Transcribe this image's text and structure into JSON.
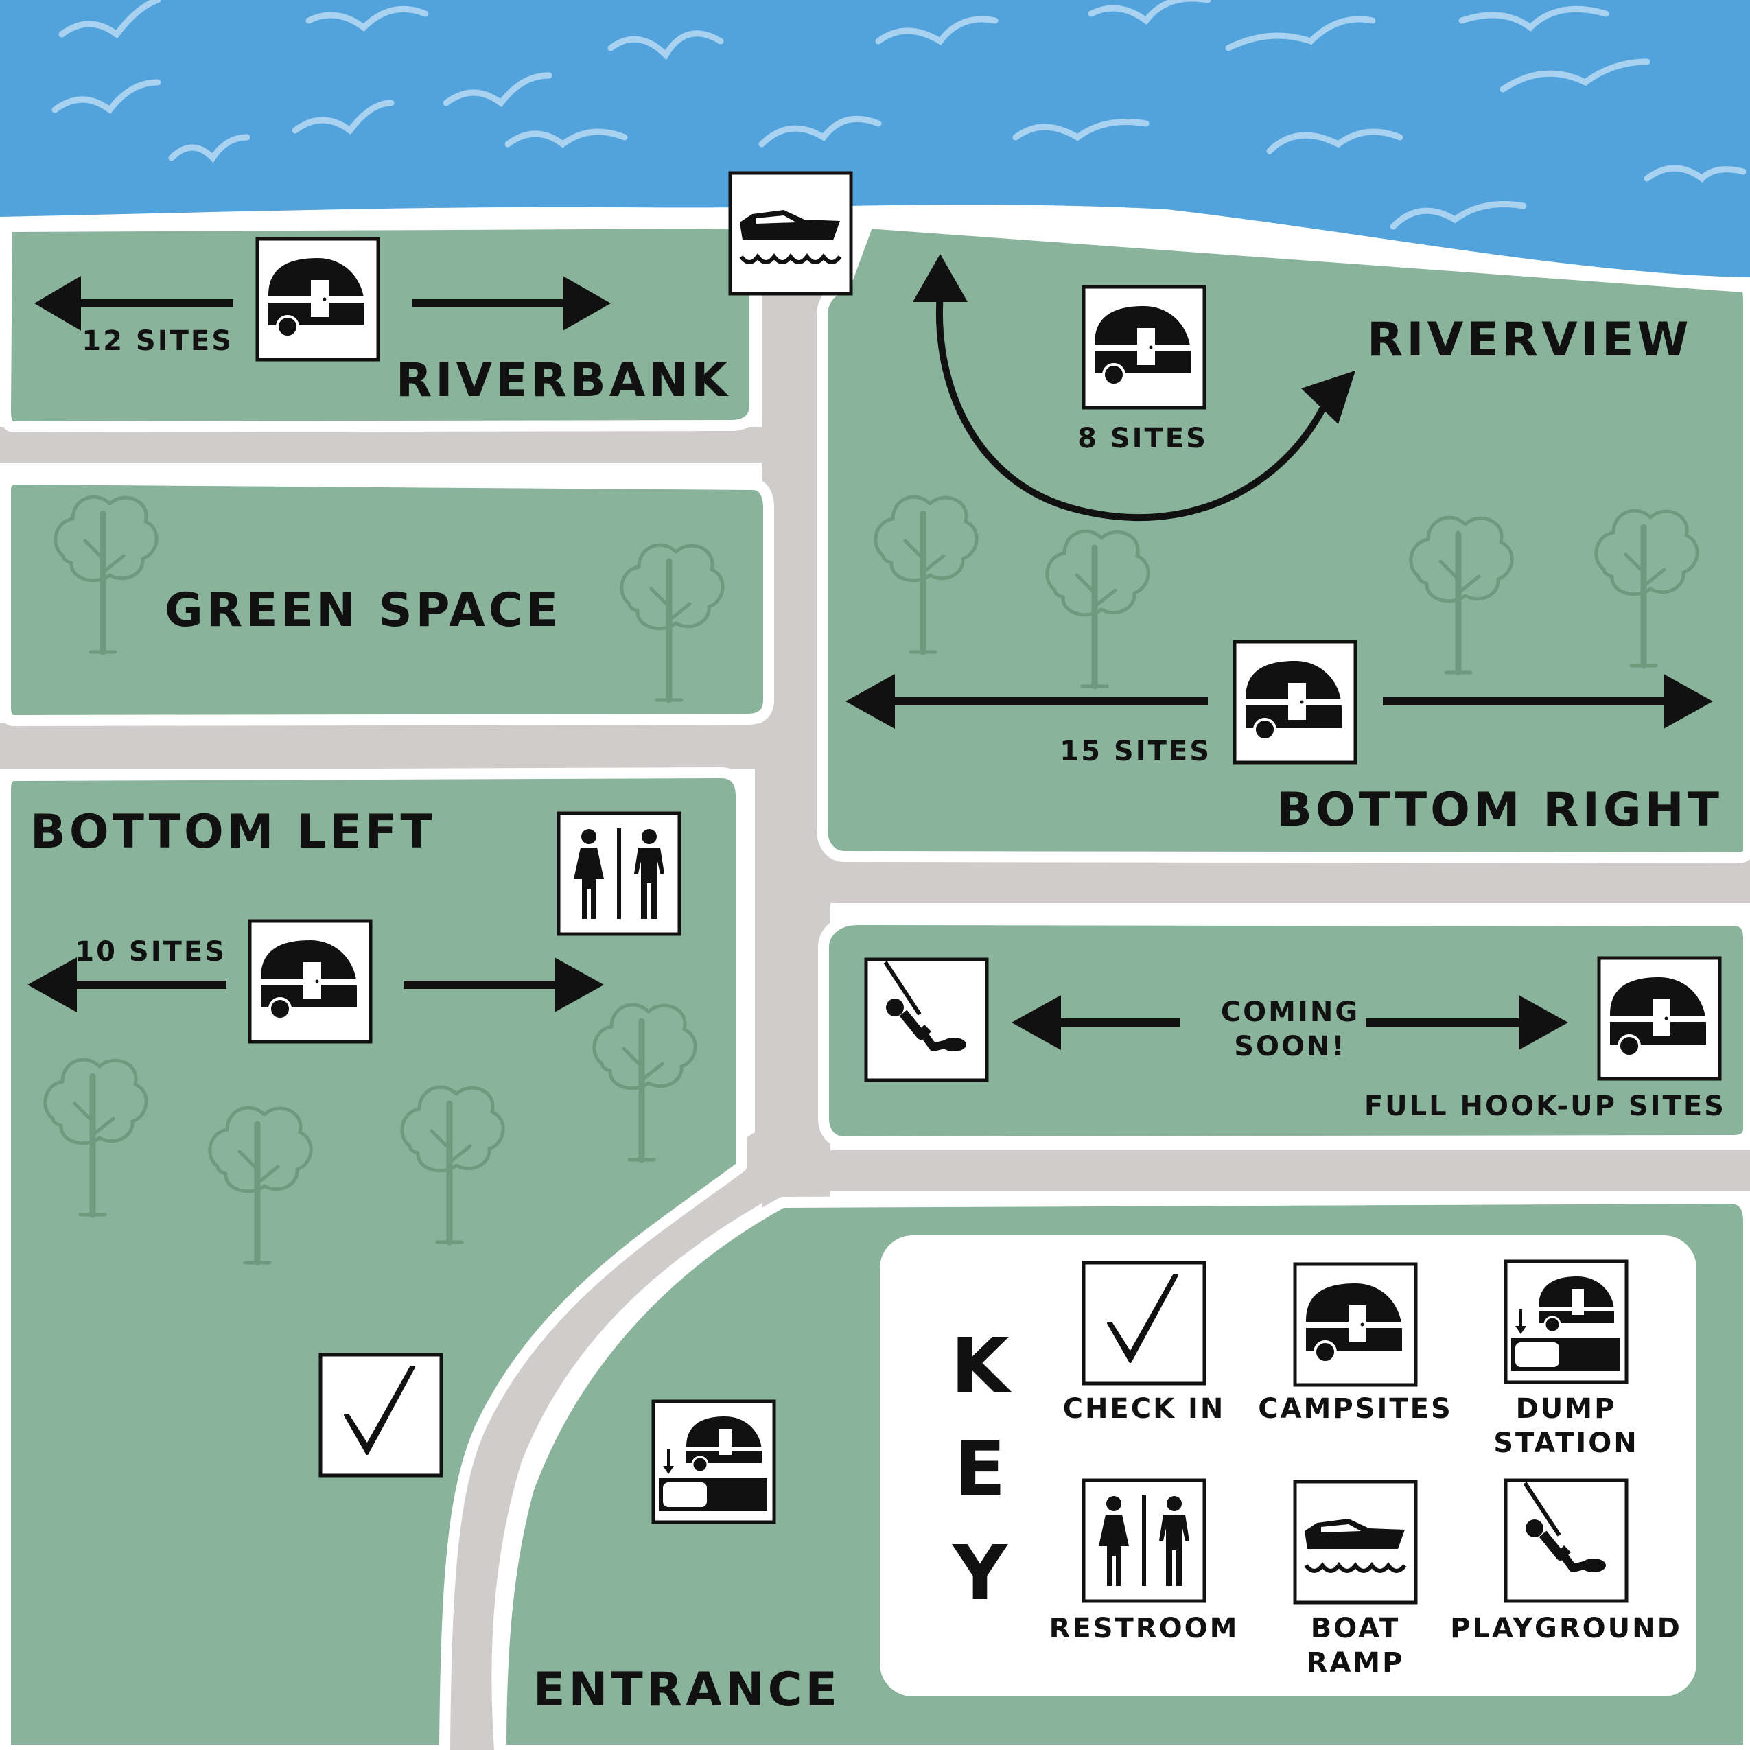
{
  "colors": {
    "water": "#52a2dc",
    "wave": "#a9d2f1",
    "land": "#8ab39b",
    "road": "#cfcccb",
    "tree": "#6f9a7e",
    "ink": "#111111"
  },
  "zones": {
    "riverbank": {
      "name": "RIVERBANK",
      "sites": "12 SITES",
      "icon": "campsite-icon"
    },
    "riverview": {
      "name": "RIVERVIEW",
      "sites": "8 SITES",
      "icon": "campsite-icon"
    },
    "green_space": {
      "name": "GREEN SPACE"
    },
    "bottom_right": {
      "name": "BOTTOM RIGHT",
      "sites": "15 SITES",
      "icon": "campsite-icon"
    },
    "bottom_left": {
      "name": "BOTTOM LEFT",
      "sites": "10 SITES",
      "icon": "campsite-icon"
    },
    "hookup": {
      "status_line1": "COMING",
      "status_line2": "SOON!",
      "name": "FULL HOOK-UP SITES"
    },
    "entrance": {
      "name": "ENTRANCE"
    }
  },
  "key": {
    "letters": [
      "K",
      "E",
      "Y"
    ],
    "items": [
      {
        "icon": "check-in-icon",
        "line1": "CHECK IN",
        "line2": ""
      },
      {
        "icon": "campsite-icon",
        "line1": "CAMPSITES",
        "line2": ""
      },
      {
        "icon": "dump-station-icon",
        "line1": "DUMP",
        "line2": "STATION"
      },
      {
        "icon": "restroom-icon",
        "line1": "RESTROOM",
        "line2": ""
      },
      {
        "icon": "boat-ramp-icon",
        "line1": "BOAT",
        "line2": "RAMP"
      },
      {
        "icon": "playground-icon",
        "line1": "PLAYGROUND",
        "line2": ""
      }
    ]
  }
}
